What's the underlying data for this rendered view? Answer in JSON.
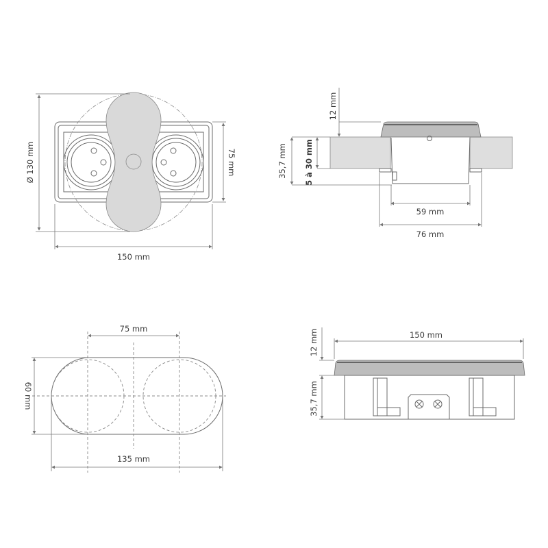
{
  "top_view": {
    "diameter_label": "Ø 130 mm",
    "height_label": "75 mm",
    "width_label": "150 mm"
  },
  "section_view": {
    "lid_height_label": "12 mm",
    "depth_label": "35,7 mm",
    "wall_thickness_label": "5 à 30 mm",
    "inner_width_label": "59 mm",
    "outer_width_label": "76 mm"
  },
  "cutout_view": {
    "spacing_label": "75 mm",
    "height_label": "60 mm",
    "length_label": "135 mm"
  },
  "side_view": {
    "width_label": "150 mm",
    "lid_height_label": "12 mm",
    "depth_label": "35,7 mm"
  }
}
